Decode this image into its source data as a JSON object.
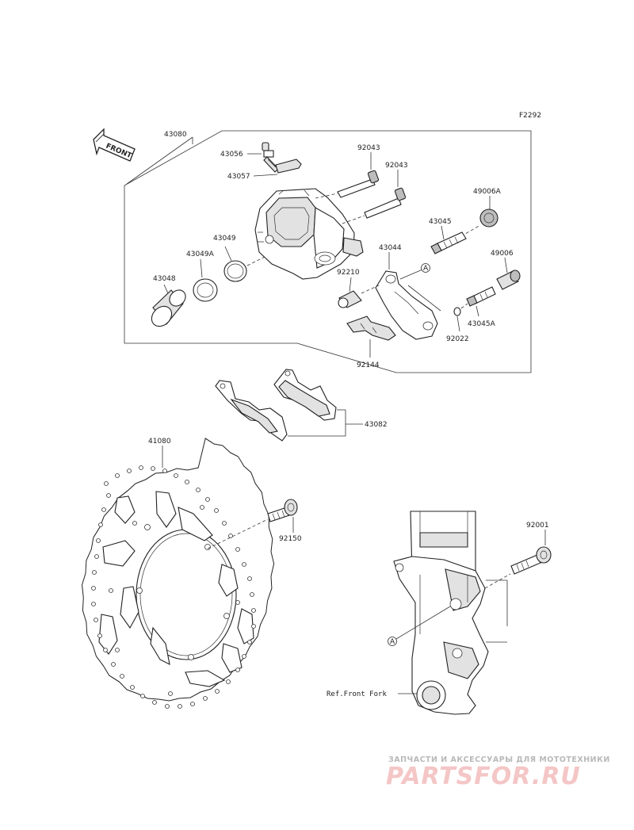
{
  "figure_code": "F2292",
  "front_arrow_text": "FRONT",
  "labels": {
    "p43080": "43080",
    "p43056": "43056",
    "p43057": "43057",
    "p92043a": "92043",
    "p92043b": "92043",
    "p49006A": "49006A",
    "p43045": "43045",
    "p43044": "43044",
    "p49006": "49006",
    "p43049": "43049",
    "p43049A": "43049A",
    "p43048": "43048",
    "p92210": "92210",
    "p43045A": "43045A",
    "p92022": "92022",
    "p92144": "92144",
    "p43082": "43082",
    "p41080": "41080",
    "p92150": "92150",
    "p92001": "92001",
    "ref_front_fork": "Ref.Front Fork",
    "marker_a1": "A",
    "marker_a2": "A"
  },
  "watermark": {
    "tagline": "ЗАПЧАСТИ И АКСЕССУАРЫ ДЛЯ МОТОТЕХНИКИ",
    "brand": "PARTSFOR.RU"
  }
}
